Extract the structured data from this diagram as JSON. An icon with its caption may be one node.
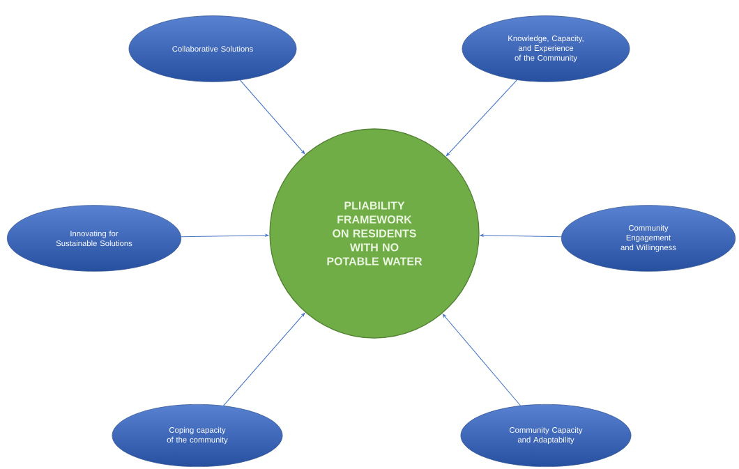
{
  "diagram": {
    "nodes": [
      {
        "text": [
          "PLIABILITY FRAMEWORK ON RESIDENTS WITH NO POTABLE WATER"
        ]
      },
      {
        "text": [
          "Collaborative Solutions"
        ]
      },
      {
        "text": [
          "Knowledge, Capacity, and Experience of the Community"
        ]
      },
      {
        "text": [
          "Innovating for Sustainable Solutions"
        ]
      },
      {
        "text": [
          "Community Engagement and Willingness"
        ]
      },
      {
        "text": [
          "Coping capacity of the community"
        ]
      },
      {
        "text": [
          "Community Capacity and Adaptability"
        ]
      }
    ],
    "edges": [
      {
        "from": 1,
        "to": 0,
        "arrow": "to"
      },
      {
        "from": 2,
        "to": 0,
        "arrow": "to"
      },
      {
        "from": 3,
        "to": 0,
        "arrow": "to"
      },
      {
        "from": 4,
        "to": 0,
        "arrow": "to"
      },
      {
        "from": 5,
        "to": 0,
        "arrow": "to"
      },
      {
        "from": 6,
        "to": 0,
        "arrow": "to"
      }
    ]
  }
}
